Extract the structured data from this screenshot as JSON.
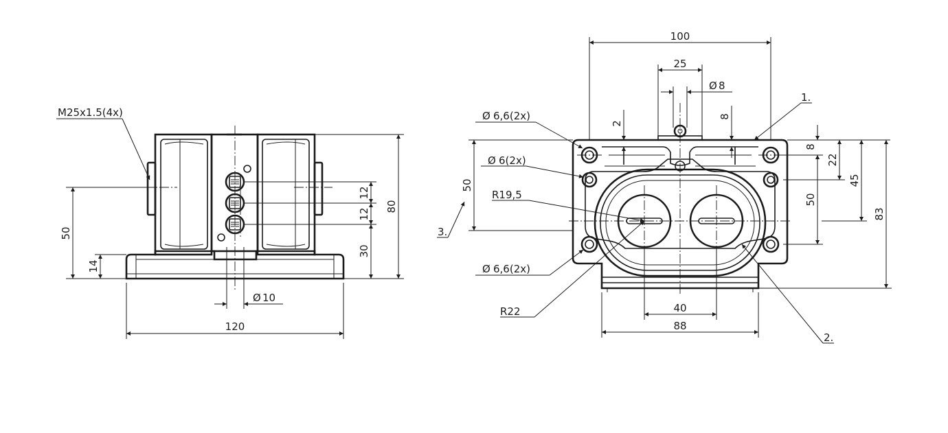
{
  "views": {
    "side": {
      "thread_label": "M25x1.5(4x)",
      "dims": {
        "height_50": "50",
        "height_14": "14",
        "pitch_12a": "12",
        "pitch_12b": "12",
        "height_30": "30",
        "height_80": "80",
        "diameter_10": "10",
        "width_120": "120"
      }
    },
    "front": {
      "dims": {
        "width_100": "100",
        "width_25": "25",
        "diameter_8": "8",
        "small_2": "2",
        "small_8_top": "8",
        "hole_6_6_top": "6,6(2x)",
        "hole_6": "6(2x)",
        "radius_19_5": "R19,5",
        "hole_6_6_bottom": "6,6(2x)",
        "radius_22": "R22",
        "height_50_left": "50",
        "small_8_right": "8",
        "height_22": "22",
        "height_45": "45",
        "height_50_right": "50",
        "height_83": "83",
        "width_40": "40",
        "width_88": "88"
      },
      "callouts": {
        "c1": "1.",
        "c2": "2.",
        "c3": "3."
      }
    }
  },
  "symbols": {
    "diameter_glyph": "Ø"
  }
}
